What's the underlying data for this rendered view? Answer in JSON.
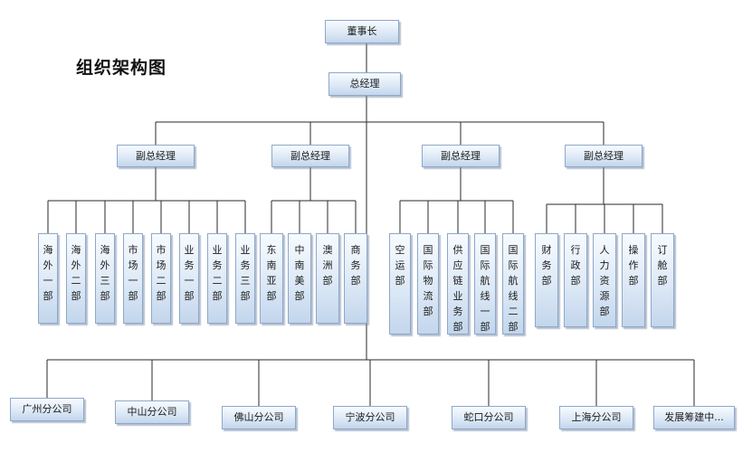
{
  "title": "组织架构图",
  "chairman": "董事长",
  "gm": "总经理",
  "vps": [
    "副总经理",
    "副总经理",
    "副总经理",
    "副总经理"
  ],
  "groups": [
    [
      "海外一部",
      "海外二部",
      "海外三部",
      "市场一部",
      "市场二部",
      "业务一部",
      "业务二部",
      "业务三部"
    ],
    [
      "东南亚部",
      "中南美部",
      "澳洲部",
      "商务部"
    ],
    [
      "空运部",
      "国际物流部",
      "供应链业务部",
      "国际航线一部",
      "国际航线二部"
    ],
    [
      "财务部",
      "行政部",
      "人力资源部",
      "操作部",
      "订舱部"
    ]
  ],
  "branches": [
    "广州分公司",
    "中山分公司",
    "佛山分公司",
    "宁波分公司",
    "蛇口分公司",
    "上海分公司",
    "发展筹建中..."
  ]
}
